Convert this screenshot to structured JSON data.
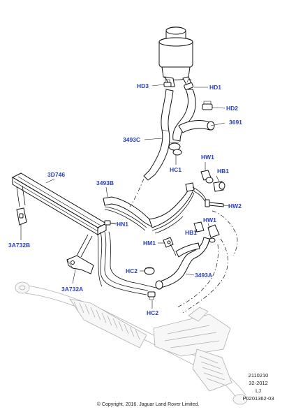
{
  "labels": {
    "hd3": "HD3",
    "hd1": "HD1",
    "hd2": "HD2",
    "p3691": "3691",
    "p3493c": "3493C",
    "hc1": "HC1",
    "hw1_top": "HW1",
    "hb1_top": "HB1",
    "p3d746": "3D746",
    "p3493b": "3493B",
    "hw2": "HW2",
    "hn1": "HN1",
    "hb1_low": "HB1",
    "hw1_low": "HW1",
    "hm1": "HM1",
    "p3a732b": "3A732B",
    "hc2_a": "HC2",
    "p3493a": "3493A",
    "p3a732a": "3A732A",
    "hc2_b": "HC2"
  },
  "reference": {
    "line1": "2110210",
    "line2": "32-2012",
    "line3": "LJ",
    "line4": "P0201362-03"
  },
  "copyright": "© Copyright, 2016. Jaguar Land Rover Limited."
}
